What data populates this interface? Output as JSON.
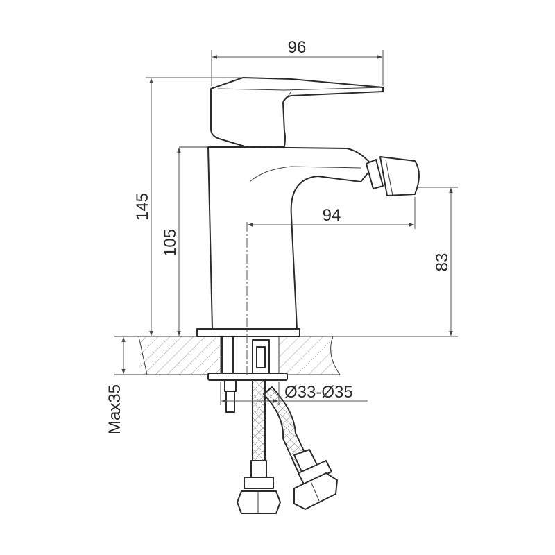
{
  "dimensions": {
    "spout_reach_top": "96",
    "total_height": "145",
    "body_height": "105",
    "spout_reach": "94",
    "nozzle_height": "83",
    "mount_hole": "Ø33-Ø35",
    "deck_thickness": "Max35"
  },
  "colors": {
    "line": "#2b2b2b",
    "hatch": "#8a8a8a",
    "background": "#ffffff"
  }
}
